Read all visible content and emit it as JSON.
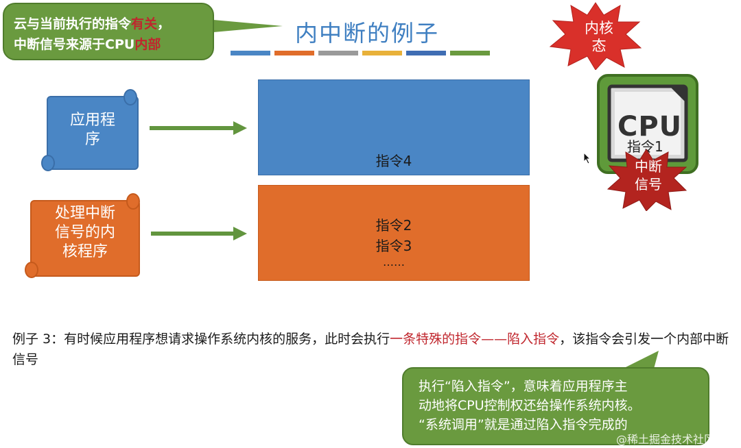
{
  "title": "内中断的例子",
  "title_bar_colors": [
    "#4a86c5",
    "#e06d2b",
    "#9a9a9a",
    "#e8b13a",
    "#3f6db3",
    "#6a9a3f"
  ],
  "callout_top": {
    "line1_prefix": "云与当前执行的指令",
    "line1_red": "有关",
    "line1_suffix": "，",
    "line2_prefix": "中断信号来源于CPU",
    "line2_red": "内部"
  },
  "burst_top": {
    "line1": "内核",
    "line2": "态"
  },
  "scrolls": {
    "app": {
      "line1": "应用程",
      "line2": "序"
    },
    "handler": {
      "line1": "处理中断",
      "line2": "信号的内",
      "line3": "核程序"
    }
  },
  "blocks": {
    "blue": {
      "instr": "指令4"
    },
    "orange": {
      "instr1": "指令2",
      "instr2": "指令3",
      "ellipsis": "……"
    }
  },
  "cpu": {
    "label": "CPU",
    "instr": "指令1"
  },
  "burst_interrupt": {
    "line1": "中断",
    "line2": "信号"
  },
  "example": {
    "prefix": "例子 3：有时候应用程序想请求操作系统内核的服务，此时会执行",
    "red": "一条特殊的指令——陷入指令",
    "suffix": "，该指令会引发一个内部中断信号"
  },
  "callout_bottom": {
    "line1": "执行“陷入指令”，意味着应用程序主",
    "line2": "动地将CPU控制权还给操作系统内核。",
    "line3": "“系统调用”就是通过陷入指令完成的"
  },
  "watermark": "@稀土掘金技术社区",
  "colors": {
    "blue": "#4a86c5",
    "orange": "#e06d2b",
    "green": "#6a9a3f",
    "red": "#c0262d",
    "burst_red": "#d9302a",
    "title_blue": "#3f7fc1"
  }
}
